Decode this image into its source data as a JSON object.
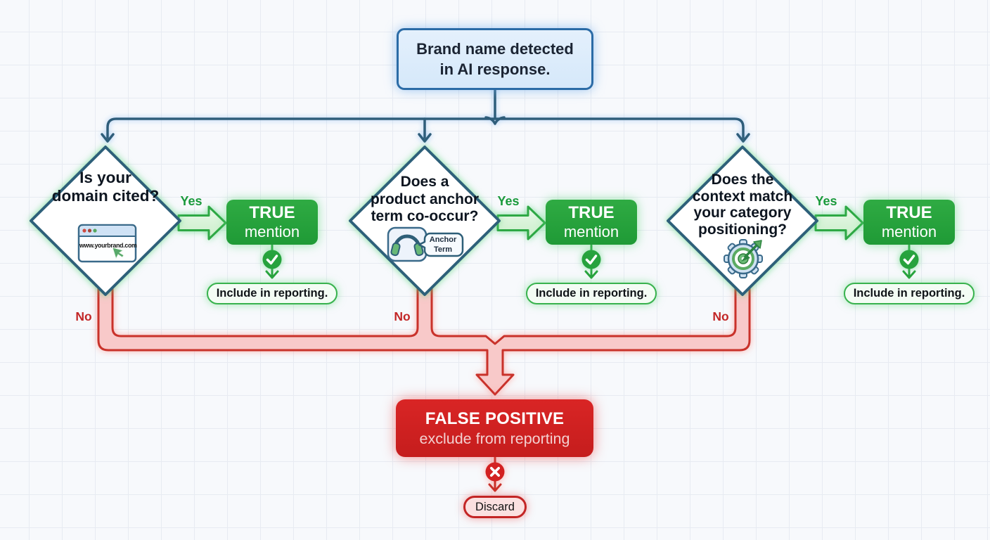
{
  "colors": {
    "green": "#27a23c",
    "red": "#d32020",
    "blue": "#2b6ba6",
    "connector": "#2f5d7a"
  },
  "start_node": {
    "lines": [
      "Brand name detected",
      "in AI response."
    ]
  },
  "decisions": [
    {
      "question_lines": [
        "Is your",
        "domain cited?"
      ],
      "icon": "browser-window-icon",
      "browser_url": "www.yourbrand.com",
      "yes_label": "Yes",
      "no_label": "No",
      "true_node": {
        "lines": [
          "TRUE",
          "mention"
        ]
      },
      "include_label": "Include in reporting."
    },
    {
      "question_lines": [
        "Does a",
        "product anchor",
        "term co-occur?"
      ],
      "icon": "headphones-icon",
      "bubble_lines": [
        "Anchor",
        "Term"
      ],
      "yes_label": "Yes",
      "no_label": "No",
      "true_node": {
        "lines": [
          "TRUE",
          "mention"
        ]
      },
      "include_label": "Include in reporting."
    },
    {
      "question_lines": [
        "Does the",
        "context match",
        "your category",
        "positioning?"
      ],
      "icon": "gear-target-icon",
      "yes_label": "Yes",
      "no_label": "No",
      "true_node": {
        "lines": [
          "TRUE",
          "mention"
        ]
      },
      "include_label": "Include in reporting."
    }
  ],
  "false_positive_node": {
    "title": "FALSE POSITIVE",
    "subtitle": "exclude from reporting"
  },
  "discard_node": {
    "label": "Discard"
  }
}
